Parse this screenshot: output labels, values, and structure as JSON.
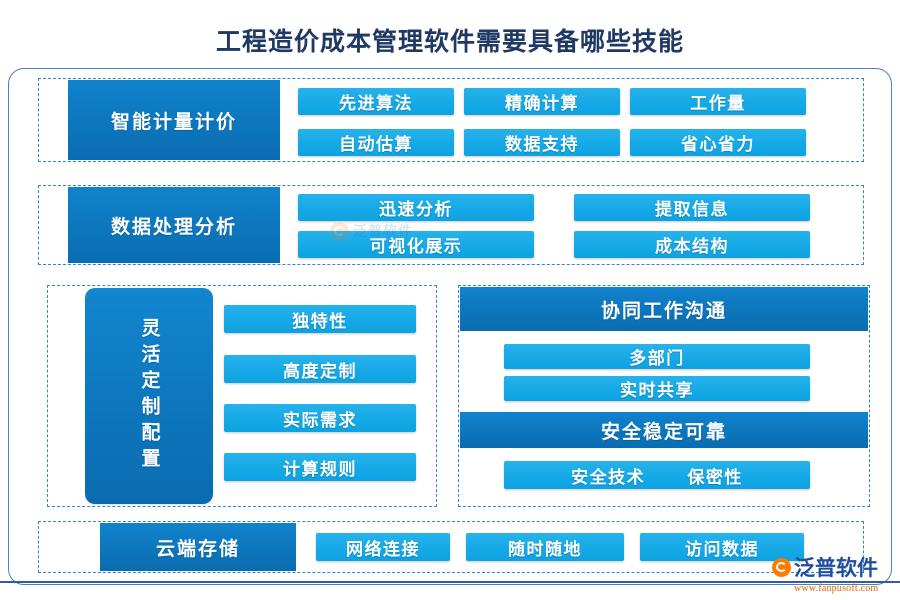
{
  "title": "工程造价成本管理软件需要具备哪些技能",
  "colors": {
    "title_text": "#1f3864",
    "dark_blue": "#0d76bd",
    "light_blue": "#16a9e6",
    "frame_border": "#4a7fc1",
    "dashed_border": "#2e86d6",
    "brand_orange": "#ff7a00",
    "brand_blue": "#1f4f9c"
  },
  "sections": {
    "intelligent_measurement": {
      "header": "智能计量计价",
      "items": [
        "先进算法",
        "精确计算",
        "工作量",
        "自动估算",
        "数据支持",
        "省心省力"
      ]
    },
    "data_processing": {
      "header": "数据处理分析",
      "items": [
        "迅速分析",
        "提取信息",
        "可视化展示",
        "成本结构"
      ]
    },
    "flexible_config": {
      "header": "灵活定制配置",
      "items": [
        "独特性",
        "高度定制",
        "实际需求",
        "计算规则"
      ]
    },
    "collaboration": {
      "header": "协同工作沟通",
      "items": [
        "多部门",
        "实时共享"
      ]
    },
    "security": {
      "header": "安全稳定可靠",
      "items": [
        "安全技术",
        "保密性"
      ]
    },
    "cloud_storage": {
      "header": "云端存储",
      "items": [
        "网络连接",
        "随时随地",
        "访问数据"
      ]
    }
  },
  "branding": {
    "name": "泛普软件",
    "url": "www.fanpusoft.com",
    "watermark": "泛普软件"
  }
}
